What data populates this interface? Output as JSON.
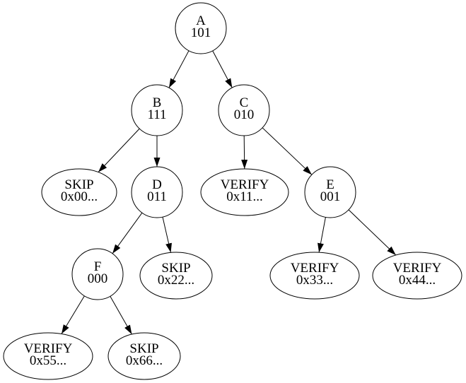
{
  "diagram": {
    "type": "tree",
    "description": "Binary tree with circular internal nodes holding bit labels and elliptical leaf nodes holding SKIP/VERIFY hash actions",
    "colors": {
      "background": "#ffffff",
      "node_fill": "#ffffff",
      "node_stroke": "#000000",
      "edge_stroke": "#000000",
      "text": "#000000"
    },
    "nodes": {
      "A": {
        "shape": "circle",
        "line1": "A",
        "line2": "101"
      },
      "B": {
        "shape": "circle",
        "line1": "B",
        "line2": "111"
      },
      "C": {
        "shape": "circle",
        "line1": "C",
        "line2": "010"
      },
      "skip00": {
        "shape": "ellipse",
        "line1": "SKIP",
        "line2": "0x00..."
      },
      "D": {
        "shape": "circle",
        "line1": "D",
        "line2": "011"
      },
      "verify11": {
        "shape": "ellipse",
        "line1": "VERIFY",
        "line2": "0x11..."
      },
      "E": {
        "shape": "circle",
        "line1": "E",
        "line2": "001"
      },
      "F": {
        "shape": "circle",
        "line1": "F",
        "line2": "000"
      },
      "skip22": {
        "shape": "ellipse",
        "line1": "SKIP",
        "line2": "0x22..."
      },
      "verify33": {
        "shape": "ellipse",
        "line1": "VERIFY",
        "line2": "0x33..."
      },
      "verify44": {
        "shape": "ellipse",
        "line1": "VERIFY",
        "line2": "0x44..."
      },
      "verify55": {
        "shape": "ellipse",
        "line1": "VERIFY",
        "line2": "0x55..."
      },
      "skip66": {
        "shape": "ellipse",
        "line1": "SKIP",
        "line2": "0x66..."
      }
    },
    "edges": [
      {
        "from": "A",
        "to": "B"
      },
      {
        "from": "A",
        "to": "C"
      },
      {
        "from": "B",
        "to": "skip00"
      },
      {
        "from": "B",
        "to": "D"
      },
      {
        "from": "C",
        "to": "verify11"
      },
      {
        "from": "C",
        "to": "E"
      },
      {
        "from": "D",
        "to": "F"
      },
      {
        "from": "D",
        "to": "skip22"
      },
      {
        "from": "E",
        "to": "verify33"
      },
      {
        "from": "E",
        "to": "verify44"
      },
      {
        "from": "F",
        "to": "verify55"
      },
      {
        "from": "F",
        "to": "skip66"
      }
    ]
  }
}
